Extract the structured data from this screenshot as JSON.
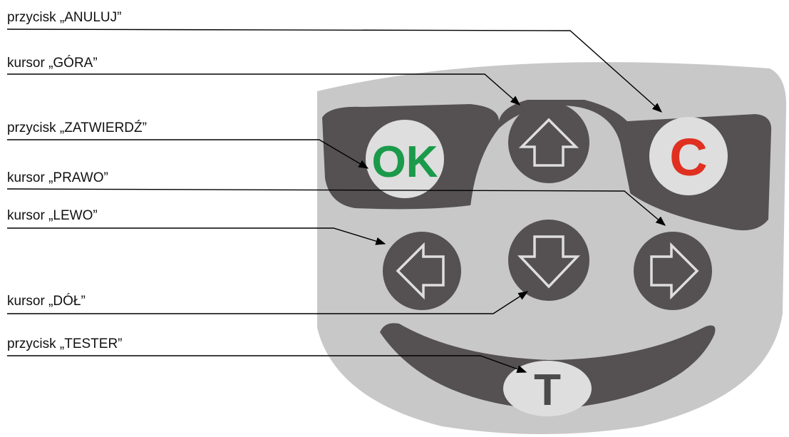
{
  "labels": {
    "cancel": "przycisk „ANULUJ”",
    "up": "kursor „GÓRA”",
    "confirm": "przycisk „ZATWIERDŹ”",
    "right": "kursor „PRAWO”",
    "left": "kursor „LEWO”",
    "down": "kursor „DÓŁ”",
    "tester": "przycisk „TESTER”"
  },
  "keys": {
    "ok": "OK",
    "cancel": "C",
    "tester": "T"
  },
  "icons": {
    "up": "arrow-up-icon",
    "down": "arrow-down-icon",
    "left": "arrow-left-icon",
    "right": "arrow-right-icon"
  },
  "colors": {
    "ok_text": "#1a9a4a",
    "cancel_text": "#e03020",
    "tester_text": "#4a4a4a",
    "panel": "#c8c8c8",
    "panel_dark": "#555152",
    "button_light": "#dedede"
  }
}
